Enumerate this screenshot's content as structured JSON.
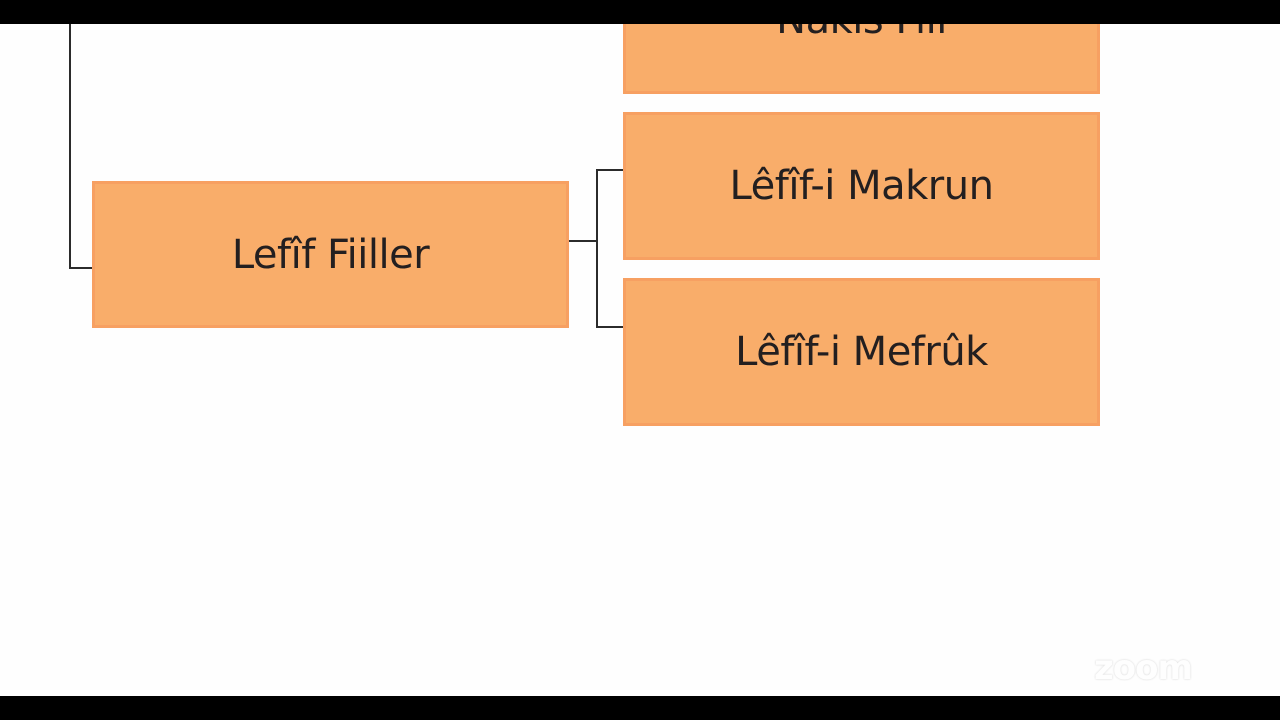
{
  "diagram": {
    "nodes": {
      "top_partial": "Nakıs Fiil",
      "root": "Lefîf Fiiller",
      "child_1": "Lêfîf-i Makrun",
      "child_2": "Lêfîf-i Mefrûk"
    },
    "colors": {
      "node_fill": "#f9ad6a",
      "node_border": "#f7a062",
      "connector": "#2b2b2b",
      "text": "#231f20"
    }
  },
  "watermark": {
    "label": "zoom"
  }
}
